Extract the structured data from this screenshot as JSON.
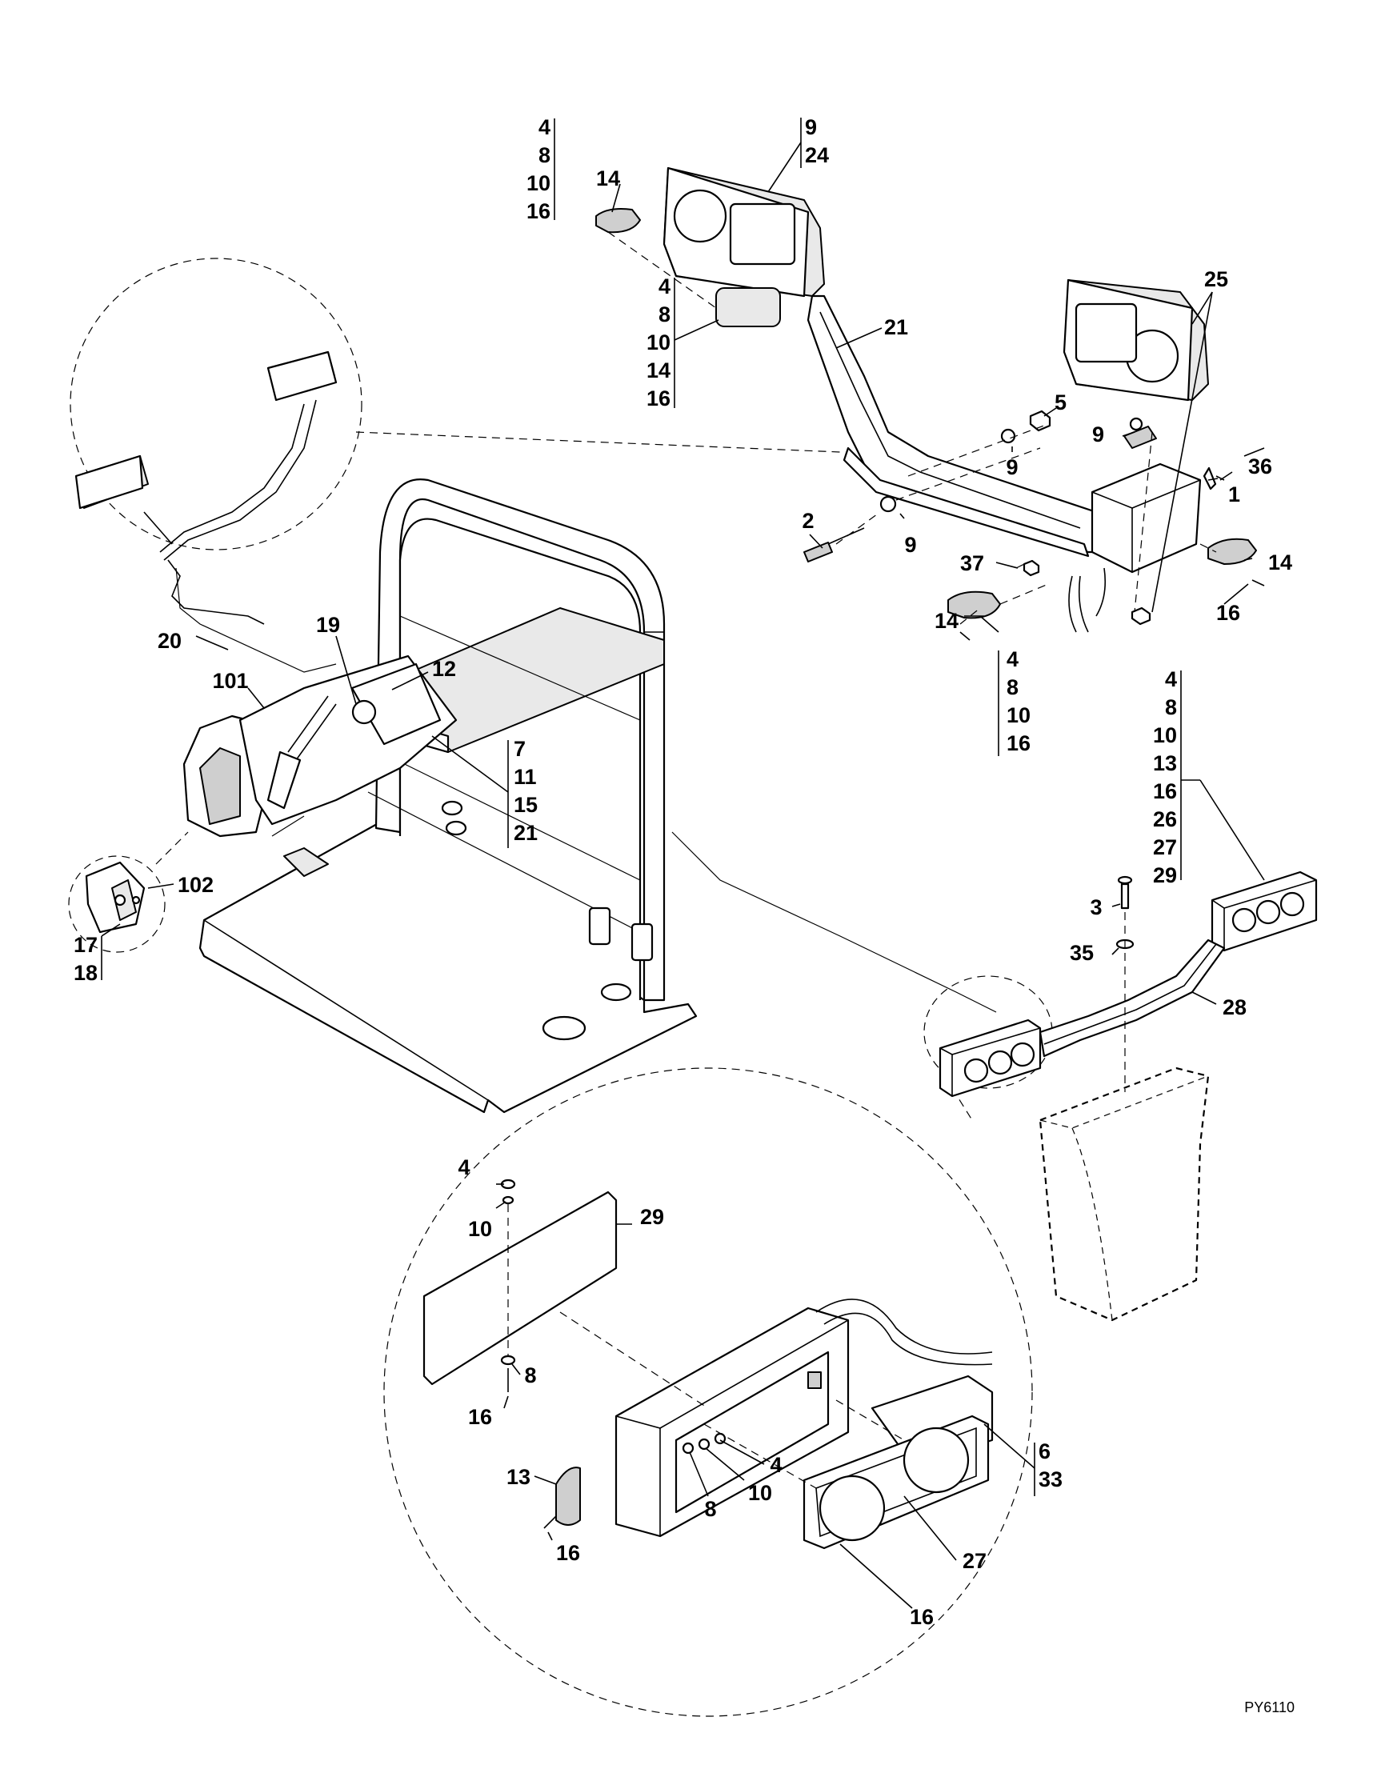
{
  "figure_code": "PY6110",
  "callouts": {
    "c4a": "4",
    "c8a": "8",
    "c10a": "10",
    "c16a": "16",
    "c14a": "14",
    "c9a": "9",
    "c24a": "24",
    "c4b": "4",
    "c8b": "8",
    "c10b": "10",
    "c14b": "14",
    "c16b": "16",
    "c25": "25",
    "c21a": "21",
    "c5": "5",
    "c9b": "9",
    "c9c": "9",
    "c36": "36",
    "c1": "1",
    "c2": "2",
    "c9d": "9",
    "c37": "37",
    "c14c": "14",
    "c14d": "14",
    "c16c": "16",
    "c4c": "4",
    "c8c": "8",
    "c10c": "10",
    "c16d": "16",
    "c20": "20",
    "c19": "19",
    "c12": "12",
    "c101": "101",
    "c7": "7",
    "c11": "11",
    "c15": "15",
    "c21b": "21",
    "c102": "102",
    "c17": "17",
    "c18": "18",
    "c4d": "4",
    "c8d": "8",
    "c10d": "10",
    "c13a": "13",
    "c16e": "16",
    "c26": "26",
    "c27a": "27",
    "c29a": "29",
    "c3": "3",
    "c35": "35",
    "c28": "28",
    "c4e": "4",
    "c10e": "10",
    "c29b": "29",
    "c8e": "8",
    "c16f": "16",
    "c13b": "13",
    "c4f": "4",
    "c10f": "10",
    "c8f": "8",
    "c16g": "16",
    "c6": "6",
    "c33": "33",
    "c27b": "27",
    "c16h": "16"
  }
}
